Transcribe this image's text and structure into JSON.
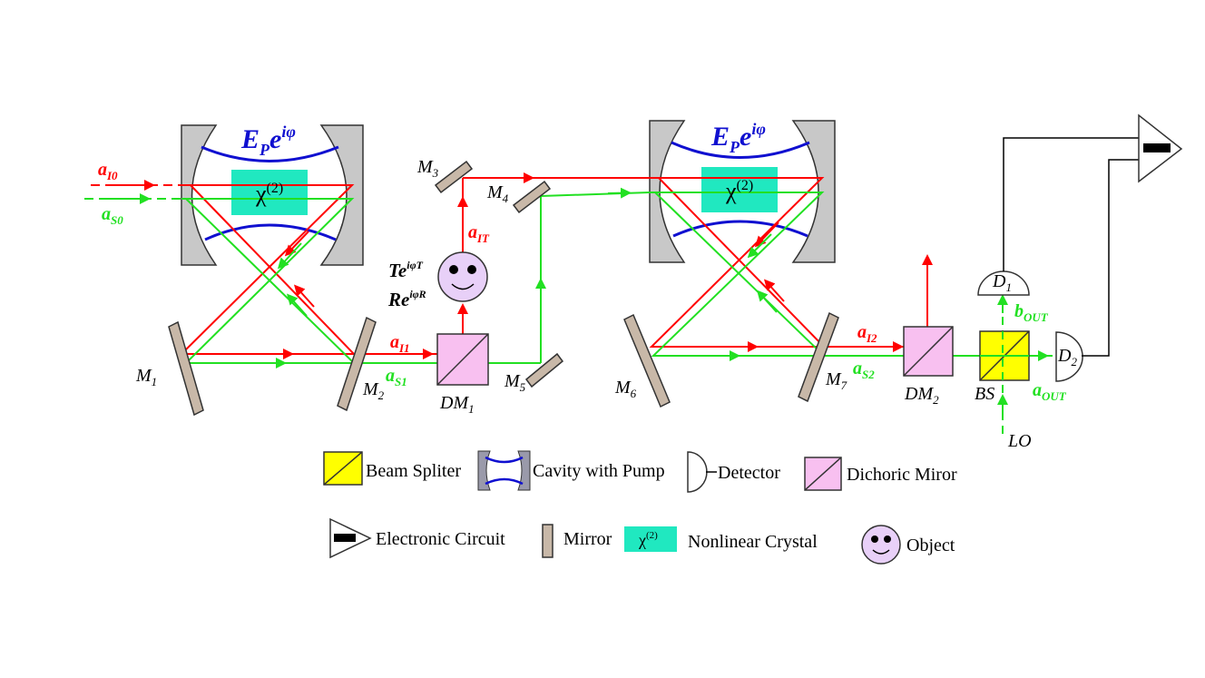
{
  "pump_label": {
    "base": "E",
    "sub": "P",
    "exp_base": "e",
    "exp": "iφ"
  },
  "crystal_label": {
    "base": "χ",
    "sup": "(2)"
  },
  "beams": {
    "a_I0": {
      "base": "a",
      "sub": "I0"
    },
    "a_S0": {
      "base": "a",
      "sub": "S0"
    },
    "a_IT": {
      "base": "a",
      "sub": "IT"
    },
    "a_I1": {
      "base": "a",
      "sub": "I1"
    },
    "a_S1": {
      "base": "a",
      "sub": "S1"
    },
    "a_I2": {
      "base": "a",
      "sub": "I2"
    },
    "a_S2": {
      "base": "a",
      "sub": "S2"
    },
    "b_OUT": {
      "base": "b",
      "sub": "OUT"
    },
    "a_OUT": {
      "base": "a",
      "sub": "OUT"
    }
  },
  "object_labels": {
    "transmission": {
      "base": "Te",
      "exp": "iφT"
    },
    "reflection": {
      "base": "Re",
      "exp": "iφR"
    }
  },
  "components": {
    "M1": {
      "base": "M",
      "sub": "1"
    },
    "M2": {
      "base": "M",
      "sub": "2"
    },
    "M3": {
      "base": "M",
      "sub": "3"
    },
    "M4": {
      "base": "M",
      "sub": "4"
    },
    "M5": {
      "base": "M",
      "sub": "5"
    },
    "M6": {
      "base": "M",
      "sub": "6"
    },
    "M7": {
      "base": "M",
      "sub": "7"
    },
    "DM1": {
      "base": "DM",
      "sub": "1"
    },
    "DM2": {
      "base": "DM",
      "sub": "2"
    },
    "D1": {
      "base": "D",
      "sub": "1"
    },
    "D2": {
      "base": "D",
      "sub": "2"
    },
    "BS": "BS",
    "LO": "LO"
  },
  "legend": {
    "beam_splitter": "Beam Spliter",
    "cavity": "Cavity with Pump",
    "detector": "Detector",
    "dichroic": "Dichoric Miror",
    "circuit": "Electronic Circuit",
    "mirror": "Mirror",
    "crystal": "Nonlinear Crystal",
    "object": "Object"
  },
  "colors": {
    "idler_beam": "#ff0000",
    "signal_beam": "#22e022",
    "pump_curve": "#1010d0",
    "crystal": "#20e8c0",
    "mirror": "#c8b8a8",
    "cavity_mirror": "#c8c8c8",
    "beam_splitter": "#ffff00",
    "dichroic": "#f8c0f0",
    "object": "#e8d0f8"
  }
}
